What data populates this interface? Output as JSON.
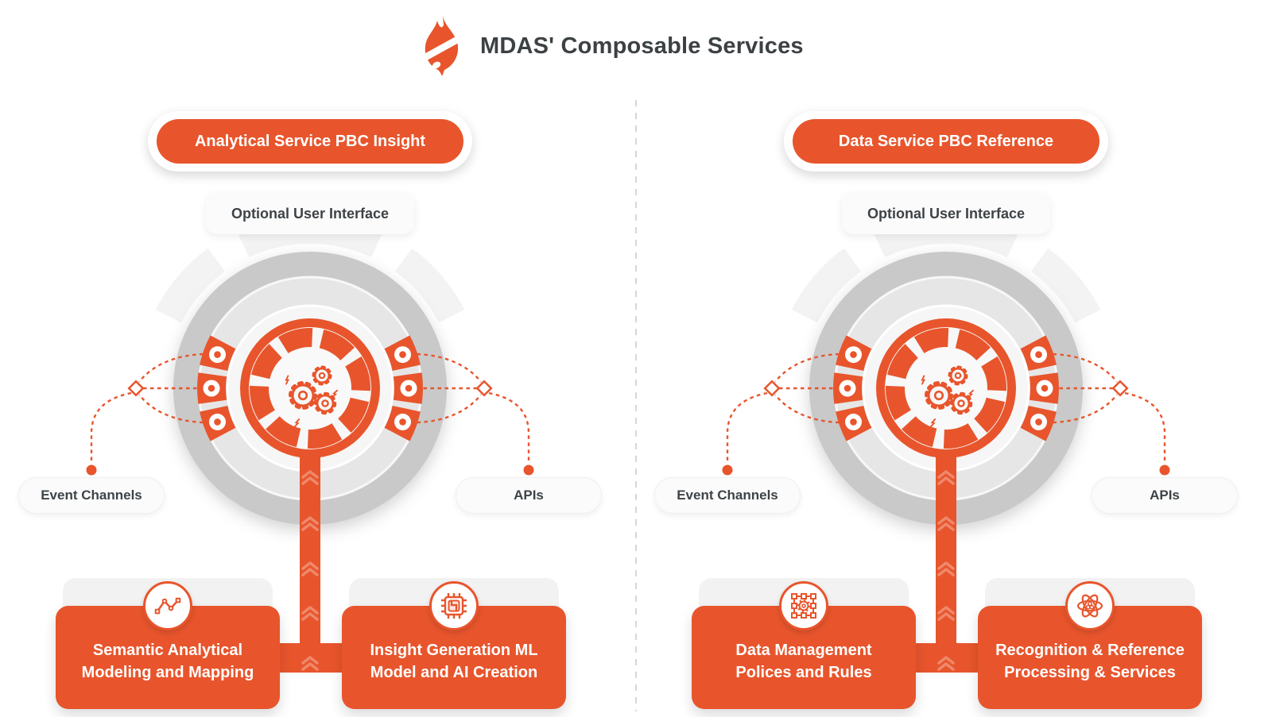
{
  "title": "MDAS' Composable Services",
  "logo_icon": "flame-icon",
  "colors": {
    "orange": "#E8552C",
    "outer_ring_gray": "#C9C9C9",
    "band_gray": "#E6E6E6",
    "inner_circle_gray": "#F6F6F6",
    "panel_gray": "#F2F2F2",
    "text_dark": "#3E4347",
    "white": "#FFFFFF"
  },
  "halves": [
    {
      "header_pill": "Analytical Service PBC Insight",
      "optional_ui_label": "Optional User Interface",
      "event_channels_label": "Event Channels",
      "apis_label": "APIs",
      "hub_icon": "gears-icon",
      "port_count": 6,
      "boxes": [
        {
          "icon": "line-chart-icon",
          "lines": [
            "Semantic Analytical",
            "Modeling and Mapping"
          ]
        },
        {
          "icon": "chip-icon",
          "lines": [
            "Insight Generation ML",
            "Model and AI Creation"
          ]
        }
      ]
    },
    {
      "header_pill": "Data Service PBC Reference",
      "optional_ui_label": "Optional User Interface",
      "event_channels_label": "Event Channels",
      "apis_label": "APIs",
      "hub_icon": "gears-icon",
      "port_count": 6,
      "boxes": [
        {
          "icon": "network-gear-icon",
          "lines": [
            "Data Management",
            "Polices and Rules"
          ]
        },
        {
          "icon": "atom-icon",
          "lines": [
            "Recognition & Reference",
            "Processing & Services"
          ]
        }
      ]
    }
  ]
}
